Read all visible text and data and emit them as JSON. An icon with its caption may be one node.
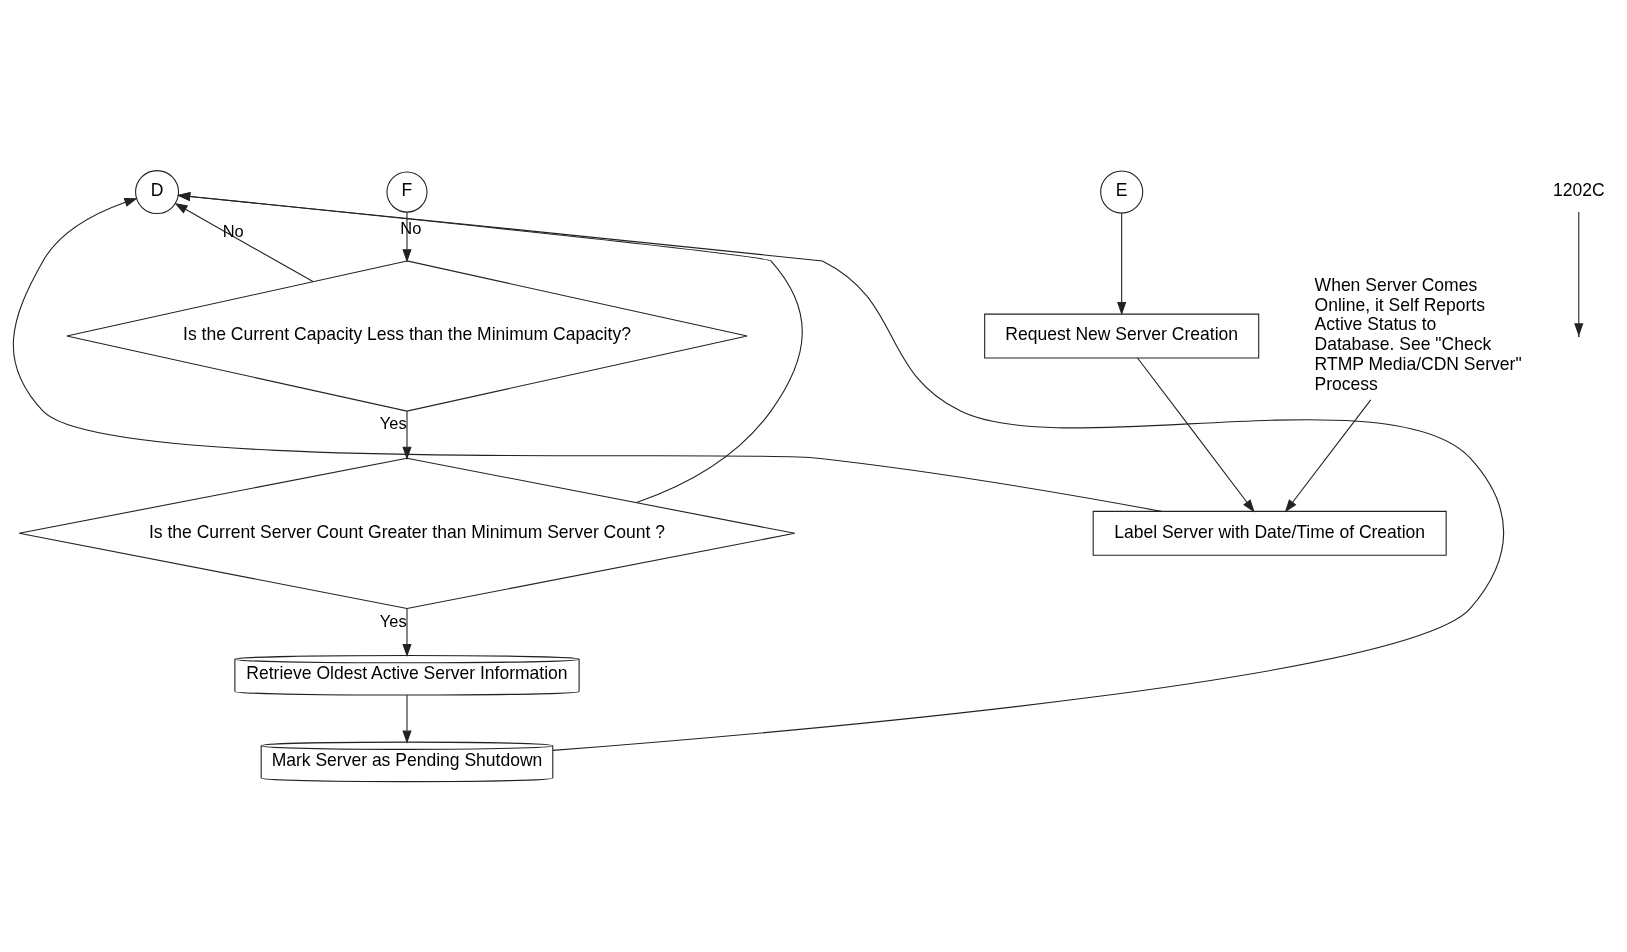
{
  "diagram": {
    "nodes": [
      {
        "text": [
          "D"
        ]
      },
      {
        "text": [
          "E"
        ]
      },
      {
        "text": [
          "F"
        ]
      },
      {
        "text": [
          "Request New Server Creation"
        ]
      },
      {
        "text": [
          "Label Server with Date/Time of Creation"
        ]
      },
      {
        "text": [
          "When Server Comes Online, it Self Reports Active Status to Database. See \"Check RTMP Media/CDN Server\" Process"
        ]
      },
      {
        "text": [
          "Is the Current Capacity Less than the Minimum Capacity?"
        ]
      },
      {
        "text": [
          "Is the Current Server Count Greater than Minimum Server Count ?"
        ]
      },
      {
        "text": [
          "Retrieve Oldest Active Server Information"
        ]
      },
      {
        "text": [
          "Mark Server as Pending Shutdown"
        ]
      },
      {
        "text": [
          "1202C"
        ]
      }
    ],
    "edges": [
      {
        "from": 1,
        "to": 3,
        "arrow": "to"
      },
      {
        "from": 3,
        "to": 4,
        "arrow": "to"
      },
      {
        "from": 5,
        "to": 4,
        "arrow": "to"
      },
      {
        "from": 4,
        "to": 0,
        "arrow": "to"
      },
      {
        "from": 2,
        "to": 6,
        "arrow": "to"
      },
      {
        "from": 6,
        "to": 7,
        "label": "Yes",
        "arrow": "to"
      },
      {
        "from": 6,
        "to": 0,
        "label": "No",
        "arrow": "to"
      },
      {
        "from": 7,
        "to": 0,
        "label": "No",
        "arrow": "to"
      },
      {
        "from": 7,
        "to": 8,
        "label": "Yes",
        "arrow": "to"
      },
      {
        "from": 8,
        "to": 9,
        "arrow": "to"
      },
      {
        "from": 9,
        "to": 0,
        "arrow": "to"
      },
      {
        "from": 10,
        "to": null,
        "arrow": "to"
      }
    ]
  }
}
